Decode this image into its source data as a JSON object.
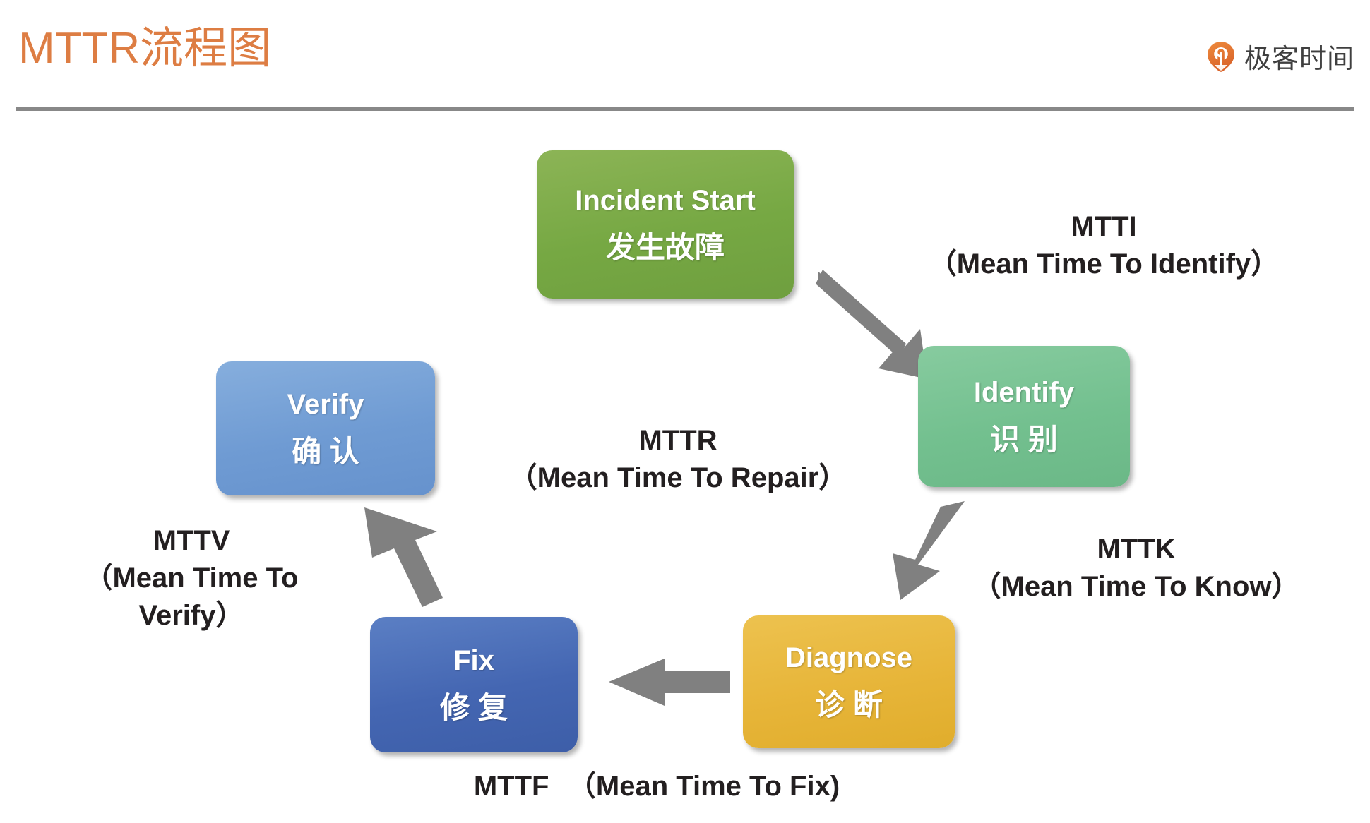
{
  "header": {
    "title": "MTTR流程图",
    "title_color": "#DD7D43",
    "brand_name": "极客时间",
    "brand_icon": "geek-pin-icon",
    "brand_color": "#E8722B",
    "rule_color": "#888888"
  },
  "diagram": {
    "type": "cycle-flowchart",
    "arrow_color": "#808080",
    "nodes": [
      {
        "id": "incident",
        "en": "Incident Start",
        "cn": "发生故障",
        "color": "#76A843"
      },
      {
        "id": "identify",
        "en": "Identify",
        "cn": "识 别",
        "color": "#73C08F"
      },
      {
        "id": "diagnose",
        "en": "Diagnose",
        "cn": "诊 断",
        "color": "#E7B539"
      },
      {
        "id": "fix",
        "en": "Fix",
        "cn": "修 复",
        "color": "#4466B2"
      },
      {
        "id": "verify",
        "en": "Verify",
        "cn": "确 认",
        "color": "#6F9BD3"
      }
    ],
    "edges": [
      {
        "id": "incident-to-identify",
        "from": "incident",
        "to": "identify",
        "label": "mtti"
      },
      {
        "id": "identify-to-diagnose",
        "from": "identify",
        "to": "diagnose",
        "label": "mttk"
      },
      {
        "id": "diagnose-to-fix",
        "from": "diagnose",
        "to": "fix",
        "label": "mttf"
      },
      {
        "id": "fix-to-verify",
        "from": "fix",
        "to": "verify",
        "label": "mttv"
      }
    ],
    "labels": {
      "mtti": {
        "abbr": "MTTI",
        "full": "（Mean Time To Identify）"
      },
      "mttk": {
        "abbr": "MTTK",
        "full": "（Mean Time To Know）"
      },
      "mttr": {
        "abbr": "MTTR",
        "full": "（Mean Time To Repair）"
      },
      "mttv": {
        "abbr": "MTTV",
        "full": "（Mean Time To Verify）"
      },
      "mttf": {
        "abbr": "MTTF",
        "full": "（Mean Time To Fix)"
      }
    }
  }
}
